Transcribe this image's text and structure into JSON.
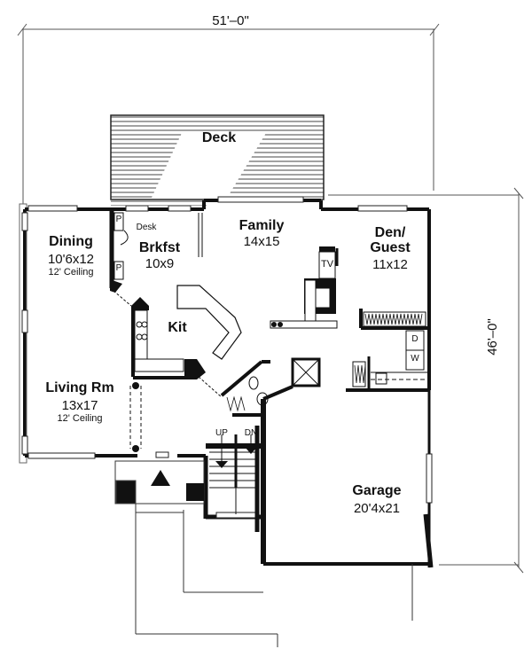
{
  "plan": {
    "overall_width": "51'–0\"",
    "overall_depth": "46'–0\"",
    "rooms": {
      "deck": {
        "name": "Deck"
      },
      "dining": {
        "name": "Dining",
        "size": "10'6x12",
        "note": "12' Ceiling"
      },
      "breakfast": {
        "name": "Brkfst",
        "size": "10x9"
      },
      "family": {
        "name": "Family",
        "size": "14x15"
      },
      "den": {
        "name_line1": "Den/",
        "name_line2": "Guest",
        "size": "11x12"
      },
      "kitchen": {
        "name": "Kit"
      },
      "living": {
        "name": "Living Rm",
        "size": "13x17",
        "note": "12' Ceiling"
      },
      "garage": {
        "name": "Garage",
        "size": "20'4x21"
      }
    },
    "annotations": {
      "desk": "Desk",
      "pantry_top": "P",
      "pantry_bottom": "P",
      "tv": "TV",
      "dryer": "D",
      "washer": "W",
      "stairs_up": "UP",
      "stairs_down": "DN"
    },
    "colors": {
      "wall": "#111111",
      "line": "#333333",
      "background": "#ffffff"
    }
  }
}
